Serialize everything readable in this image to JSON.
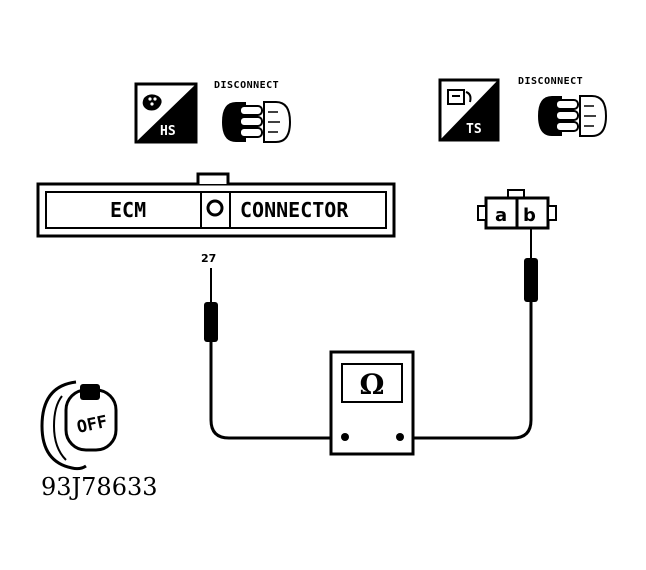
{
  "hs_symbol": {
    "label": "HS",
    "disconnect_label": "DISCONNECT"
  },
  "ts_symbol": {
    "label": "TS",
    "disconnect_label": "DISCONNECT"
  },
  "ecm_connector": {
    "left_label": "ECM",
    "right_label": "CONNECTOR",
    "pin_label": "27"
  },
  "sensor_connector": {
    "terminal_a": "a",
    "terminal_b": "b"
  },
  "ohmmeter": {
    "symbol": "Ω"
  },
  "ignition_key": {
    "position_label": "OFF"
  },
  "figure_id": "93J78633",
  "colors": {
    "ink": "#000000",
    "paper": "#ffffff"
  }
}
